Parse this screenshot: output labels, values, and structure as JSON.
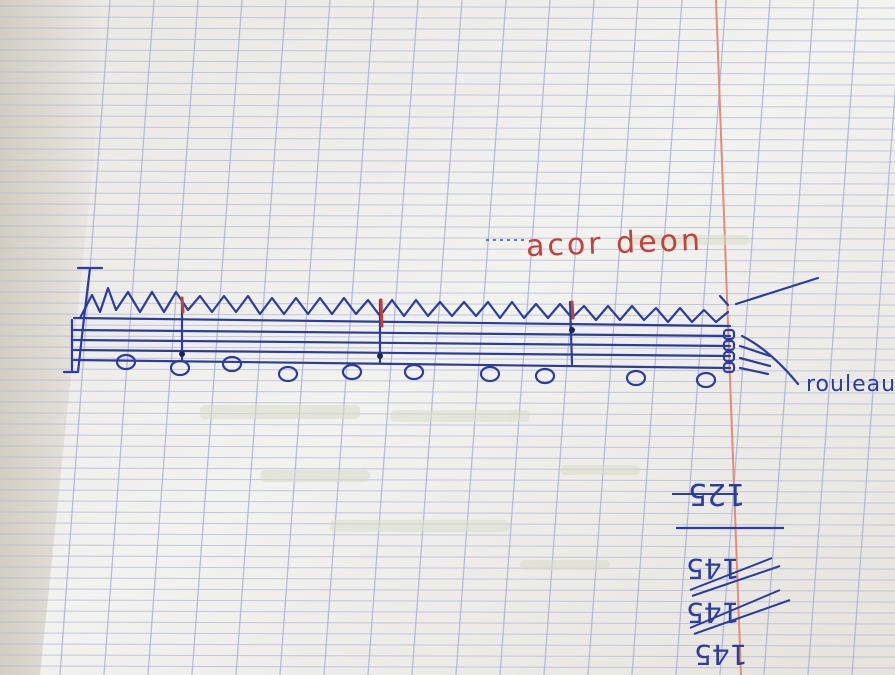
{
  "photo": {
    "subject": "handwritten sketch on grid paper notebook",
    "annotations": {
      "accordion": "acor deon",
      "rollers": "rouleau"
    },
    "margin_math": {
      "top": "125",
      "lines": [
        "145",
        "145",
        "145"
      ]
    },
    "colors": {
      "paper": "#f3f3f0",
      "grid": "#aab2d6",
      "margin_line": "#e48a7a",
      "blue_ink": "#2c3d9c",
      "red_ink": "#c2413a",
      "shadow": "#d8d4c8"
    }
  }
}
